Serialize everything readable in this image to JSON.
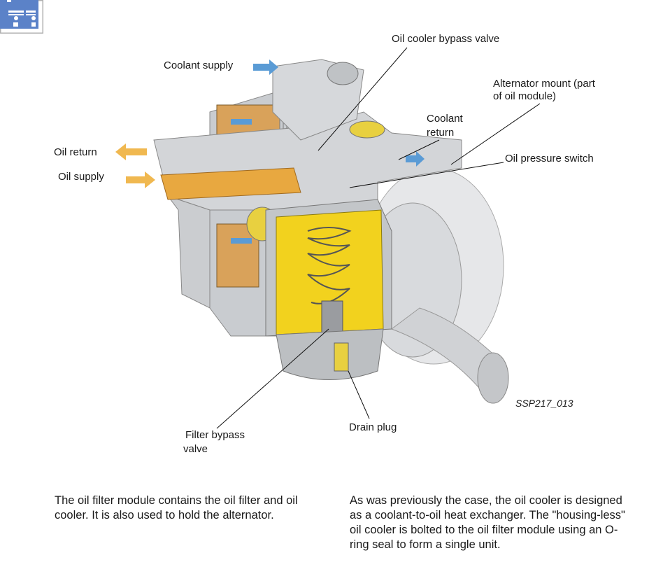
{
  "figure": {
    "id": "SSP217_013",
    "labels": {
      "oil_cooler_bypass_valve": "Oil cooler bypass valve",
      "coolant_supply": "Coolant supply",
      "alternator_mount_1": "Alternator mount (part",
      "alternator_mount_2": "of oil module)",
      "coolant_return_1": "Coolant",
      "coolant_return_2": "return",
      "oil_pressure_switch": "Oil pressure switch",
      "oil_return": "Oil return",
      "oil_supply": "Oil supply",
      "filter_bypass_valve_1": "Filter bypass",
      "filter_bypass_valve_2": "valve",
      "drain_plug": "Drain plug"
    },
    "colors": {
      "coolant": "#5a9bd5",
      "oil": "#e8a840",
      "filter": "#f2d21e",
      "housing": "#c9ccd0"
    }
  },
  "text": {
    "left_paragraph": "The oil filter module contains the oil filter and oil cooler. It is also used to hold the alternator.",
    "right_paragraph": "As was previously the case, the oil cooler is designed as a coolant-to-oil heat exchanger. The \"housing-less\" oil cooler is bolted to the oil filter module using an O-ring seal to form a single unit."
  }
}
